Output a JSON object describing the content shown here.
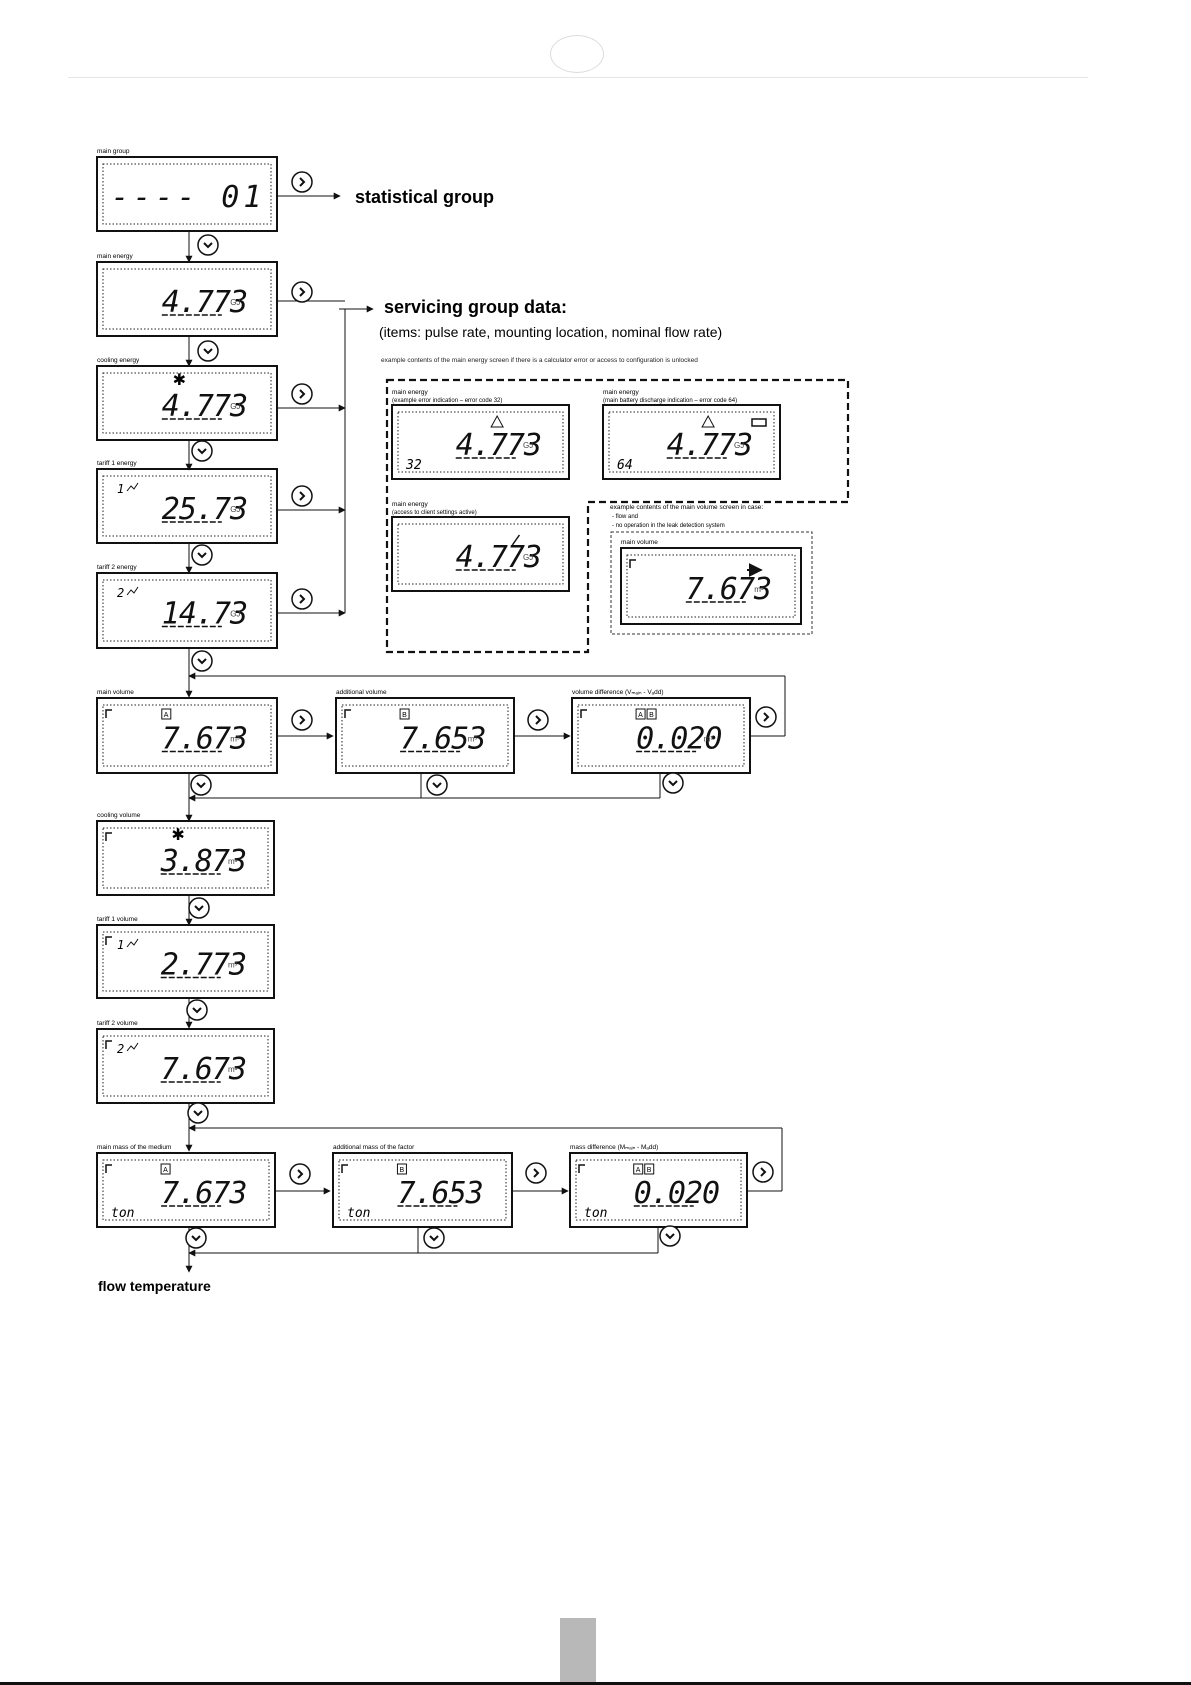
{
  "headings": {
    "statistical_group": "statistical group",
    "servicing_group": "servicing group data:",
    "servicing_items": "(items: pulse rate, mounting location, nominal flow rate)",
    "flow_temperature": "flow temperature",
    "example_energy_note": "example contents of the main energy screen if there is a calculator error or access to configuration is unlocked",
    "example_volume_note": "example contents of the main volume screen in case:",
    "example_volume_items": [
      "- flow and",
      "- no operation in the leak detection system"
    ]
  },
  "screens": {
    "main_group": {
      "label": "main group",
      "value": "---- 01",
      "unit": "",
      "sub": ""
    },
    "main_energy": {
      "label": "main energy",
      "value": "4.773",
      "unit": "GJ",
      "sub": ""
    },
    "cooling_energy": {
      "label": "cooling energy",
      "value": "4.773",
      "unit": "GJ",
      "sub": ""
    },
    "tariff1_energy": {
      "label": "tariff 1 energy",
      "value": "25.73",
      "unit": "GJ",
      "sub": "",
      "tag": "1"
    },
    "tariff2_energy": {
      "label": "tariff 2 energy",
      "value": "14.73",
      "unit": "GJ",
      "sub": "",
      "tag": "2"
    },
    "main_volume": {
      "label": "main volume",
      "value": "7.673",
      "unit": "m³",
      "sub": "",
      "tag": "A"
    },
    "additional_volume": {
      "label": "additional volume",
      "value": "7.653",
      "unit": "m³",
      "sub": "",
      "tag": "B"
    },
    "volume_difference": {
      "label": "volume difference (Vₘₐᵢₙ - Vₐdd)",
      "value": "0.020",
      "unit": "m³",
      "sub": "",
      "tag": "AB"
    },
    "cooling_volume": {
      "label": "cooling volume",
      "value": "3.873",
      "unit": "m³",
      "sub": ""
    },
    "tariff1_volume": {
      "label": "tariff 1 volume",
      "value": "2.773",
      "unit": "m³",
      "sub": "",
      "tag": "1"
    },
    "tariff2_volume": {
      "label": "tariff 2 volume",
      "value": "7.673",
      "unit": "m³",
      "sub": "",
      "tag": "2"
    },
    "main_mass": {
      "label": "main mass of the medium",
      "value": "7.673",
      "unit": "",
      "sub": "ton",
      "tag": "A"
    },
    "additional_mass": {
      "label": "additional mass of the factor",
      "value": "7.653",
      "unit": "",
      "sub": "ton",
      "tag": "B"
    },
    "mass_difference": {
      "label": "mass difference (Mₘₐᵢₙ - Mₐdd)",
      "value": "0.020",
      "unit": "",
      "sub": "ton",
      "tag": "AB"
    },
    "err_energy_32": {
      "label": "main energy",
      "sublabel": "(example error indication – error code 32)",
      "value": "4.773",
      "unit": "GJ",
      "sub": "32"
    },
    "err_energy_64": {
      "label": "main energy",
      "sublabel": "(main battery discharge indication – error code 64)",
      "value": "4.773",
      "unit": "GJ",
      "sub": "64"
    },
    "access_energy": {
      "label": "main energy",
      "sublabel": "(access to client settings active)",
      "value": "4.773",
      "unit": "GJ",
      "sub": ""
    },
    "flow_volume": {
      "label": "main volume",
      "value": "7.673",
      "unit": "m³",
      "sub": ""
    }
  },
  "buttons": {
    "next_icon": "chevron-right-icon",
    "down_icon": "chevron-down-icon"
  }
}
